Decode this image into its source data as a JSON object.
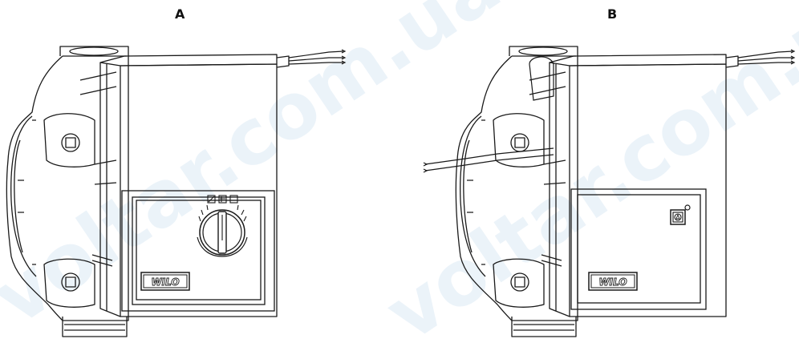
{
  "panels": [
    {
      "id": "A",
      "label": "A",
      "control": "knob",
      "brand": "WILO"
    },
    {
      "id": "B",
      "label": "B",
      "control": "indicator",
      "brand": "WILO"
    }
  ],
  "watermark_text": "voltar.com.ua",
  "colors": {
    "line": "#1a1a1a",
    "watermark": "#c8ddef",
    "background": "#ffffff"
  }
}
